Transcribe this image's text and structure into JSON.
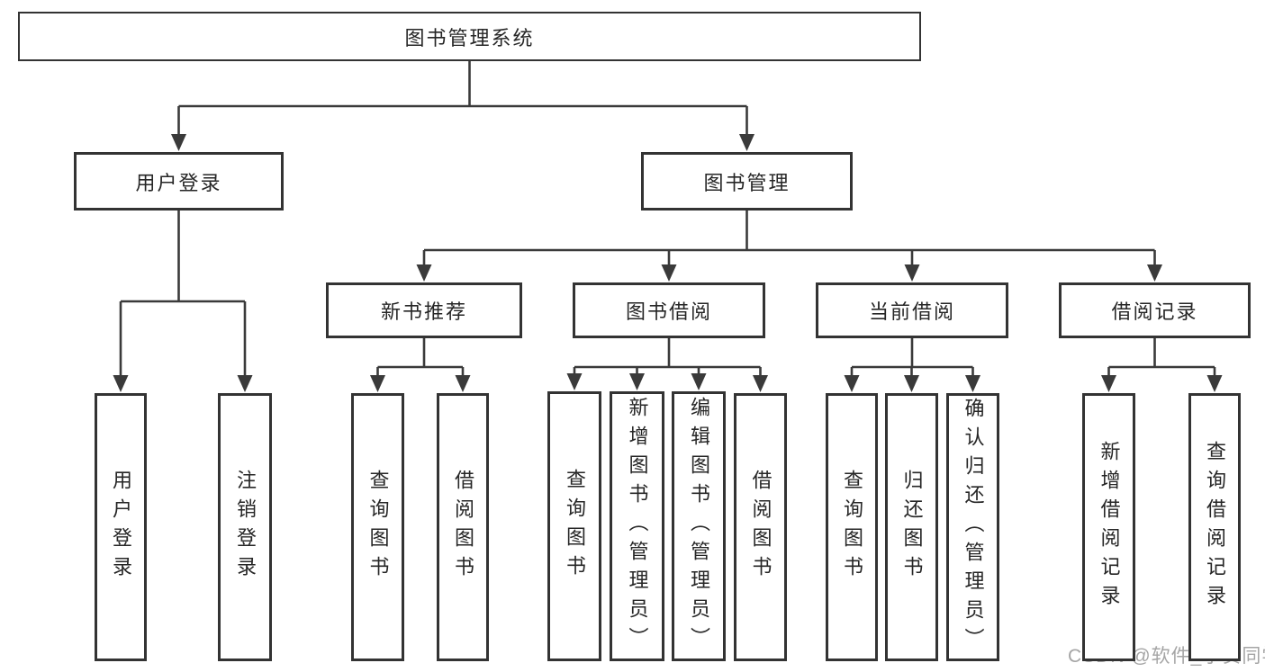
{
  "watermark": "CSDN @软件_小贺同学",
  "colors": {
    "line": "#3a3a3a",
    "box_border": "#333333",
    "box_background": "#ffffff",
    "text": "#262626",
    "watermark": "#a5a5a5"
  },
  "tree": {
    "id": "root",
    "label": "图书管理系统",
    "children": [
      {
        "id": "user-login",
        "label": "用户登录",
        "children": [
          {
            "id": "leaf-user-login",
            "label": "用户登录"
          },
          {
            "id": "leaf-logout",
            "label": "注销登录"
          }
        ]
      },
      {
        "id": "book-mgmt",
        "label": "图书管理",
        "children": [
          {
            "id": "new-book-rec",
            "label": "新书推荐",
            "children": [
              {
                "id": "leaf-query-book-1",
                "label": "查询图书"
              },
              {
                "id": "leaf-borrow-book-1",
                "label": "借阅图书"
              }
            ]
          },
          {
            "id": "book-borrow",
            "label": "图书借阅",
            "children": [
              {
                "id": "leaf-query-book-2",
                "label": "查询图书"
              },
              {
                "id": "leaf-add-book",
                "label": "新增图书（管理员）"
              },
              {
                "id": "leaf-edit-book",
                "label": "编辑图书（管理员）"
              },
              {
                "id": "leaf-borrow-book-2",
                "label": "借阅图书"
              }
            ]
          },
          {
            "id": "current-borrow",
            "label": "当前借阅",
            "children": [
              {
                "id": "leaf-query-book-3",
                "label": "查询图书"
              },
              {
                "id": "leaf-return-book",
                "label": "归还图书"
              },
              {
                "id": "leaf-confirm-return",
                "label": "确认归还（管理员）"
              }
            ]
          },
          {
            "id": "borrow-record",
            "label": "借阅记录",
            "children": [
              {
                "id": "leaf-add-record",
                "label": "新增借阅记录"
              },
              {
                "id": "leaf-query-record",
                "label": "查询借阅记录"
              }
            ]
          }
        ]
      }
    ]
  }
}
